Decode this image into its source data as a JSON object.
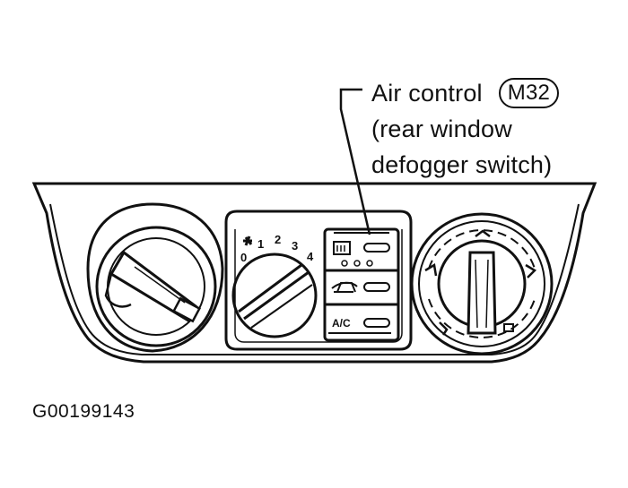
{
  "callout": {
    "line1": "Air control",
    "ref": "M32",
    "line2": "(rear window",
    "line3": "defogger switch)"
  },
  "fan_dial": {
    "speeds": [
      "0",
      "1",
      "2",
      "3",
      "4"
    ]
  },
  "switch_panel": {
    "ac_label": "A/C"
  },
  "figure_id": "G00199143"
}
